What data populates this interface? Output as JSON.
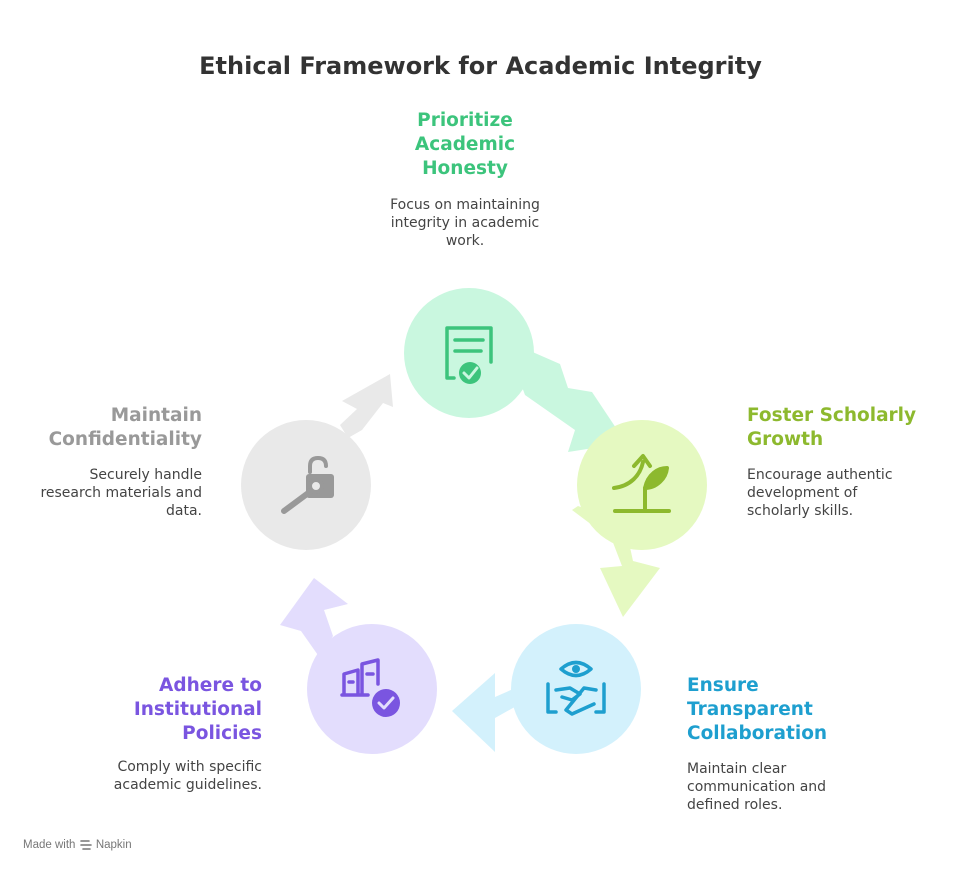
{
  "title": "Ethical Framework for Academic Integrity",
  "steps": [
    {
      "heading_lines": [
        "Prioritize",
        "Academic",
        "Honesty"
      ],
      "description_lines": [
        "Focus on maintaining",
        "integrity in academic",
        "work."
      ],
      "color": "#3CC47C",
      "fill": "#C9F7DF",
      "icon": "document-check-icon"
    },
    {
      "heading_lines": [
        "Foster Scholarly",
        "Growth"
      ],
      "description_lines": [
        "Encourage authentic",
        "development of",
        "scholarly skills."
      ],
      "color": "#8DB92E",
      "fill": "#E5F9C1",
      "icon": "sprout-growth-icon"
    },
    {
      "heading_lines": [
        "Ensure",
        "Transparent",
        "Collaboration"
      ],
      "description_lines": [
        "Maintain clear",
        "communication and",
        "defined roles."
      ],
      "color": "#1E9FCF",
      "fill": "#D3F1FC",
      "icon": "eye-handshake-icon"
    },
    {
      "heading_lines": [
        "Adhere to",
        "Institutional",
        "Policies"
      ],
      "description_lines": [
        "Comply with specific",
        "academic guidelines."
      ],
      "color": "#7A55E0",
      "fill": "#E3DDFD",
      "icon": "building-check-icon"
    },
    {
      "heading_lines": [
        "Maintain",
        "Confidentiality"
      ],
      "description_lines": [
        "Securely handle",
        "research materials and",
        "data."
      ],
      "color": "#999999",
      "fill": "#E9E9E9",
      "icon": "key-unlock-icon"
    }
  ],
  "footer": {
    "made_with": "Made with",
    "brand": "Napkin"
  }
}
